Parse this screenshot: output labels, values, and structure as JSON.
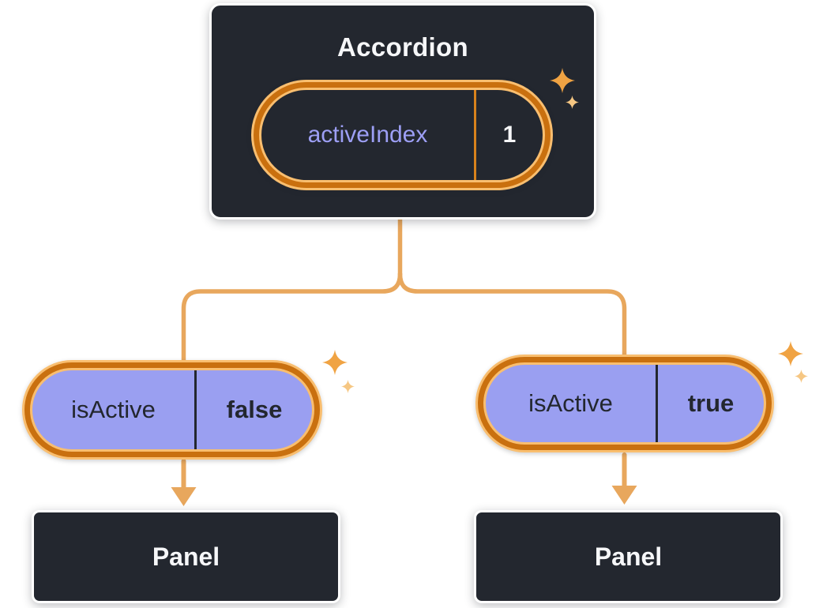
{
  "colors": {
    "canvas_bg": "#FFFFFF",
    "box_fill": "#23272F",
    "box_border": "#FFFFFF",
    "box_text": "#F6F7F9",
    "ring_dark": "#C9700F",
    "ring_light": "#F9BE6F",
    "divider_orange": "#D8821C",
    "connector": "#E8A75D",
    "purple_fill": "#9A9FF1",
    "purple_label": "#9D9FF5",
    "dark_text": "#23272F",
    "sparkle_big": "#F0A343",
    "sparkle_small": "#F6C783"
  },
  "icons": {
    "sparkle": "four-pointed-star"
  },
  "accordion": {
    "title": "Accordion",
    "state": {
      "label": "activeIndex",
      "value": "1"
    }
  },
  "children": [
    {
      "prop": {
        "label": "isActive",
        "value": "false"
      },
      "panel": "Panel"
    },
    {
      "prop": {
        "label": "isActive",
        "value": "true"
      },
      "panel": "Panel"
    }
  ]
}
